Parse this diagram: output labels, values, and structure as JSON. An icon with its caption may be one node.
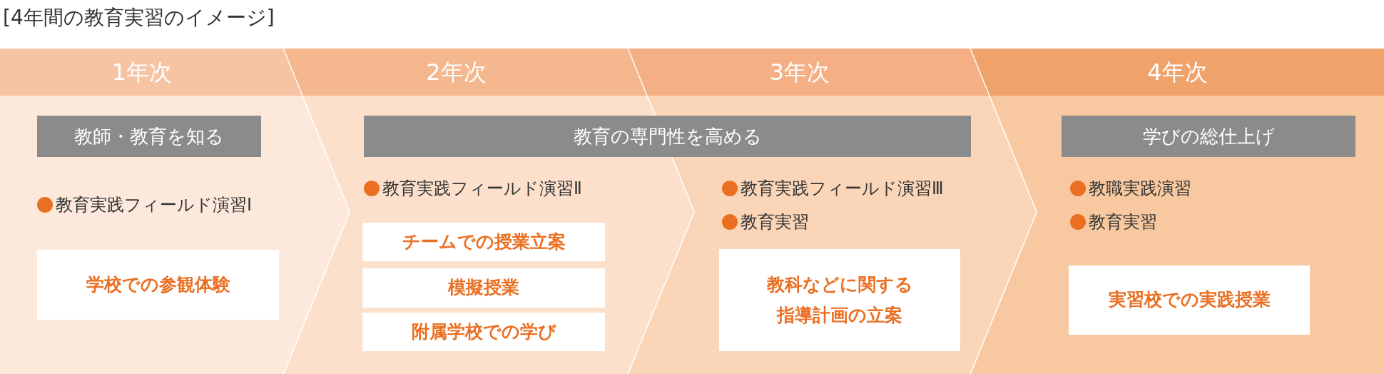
{
  "diagram": {
    "title": "[4年間の教育実習のイメージ]",
    "nodes": [
      {
        "text": [
          "1年次",
          "教育実践フィールド演習Ⅰ"
        ]
      },
      {
        "text": [
          "教師・教育を知る"
        ],
        "in": 0
      },
      {
        "text": [
          "学校での参観体験"
        ],
        "in": 0
      },
      {
        "text": [
          "2年次",
          "教育実践フィールド演習Ⅱ"
        ]
      },
      {
        "text": [
          "教育の専門性を高める"
        ]
      },
      {
        "text": [
          "チームでの授業立案"
        ],
        "in": 3
      },
      {
        "text": [
          "模擬授業"
        ],
        "in": 3
      },
      {
        "text": [
          "附属学校での学び"
        ],
        "in": 3
      },
      {
        "text": [
          "3年次",
          "教育実践フィールド演習Ⅲ",
          "教育実習"
        ]
      },
      {
        "text": [
          "教科などに関する指導計画の立案"
        ],
        "in": 8
      },
      {
        "text": [
          "4年次",
          "教職実践演習",
          "教育実習"
        ]
      },
      {
        "text": [
          "学びの総仕上げ"
        ],
        "in": 10
      },
      {
        "text": [
          "実習校での実践授業"
        ],
        "in": 10
      }
    ]
  }
}
